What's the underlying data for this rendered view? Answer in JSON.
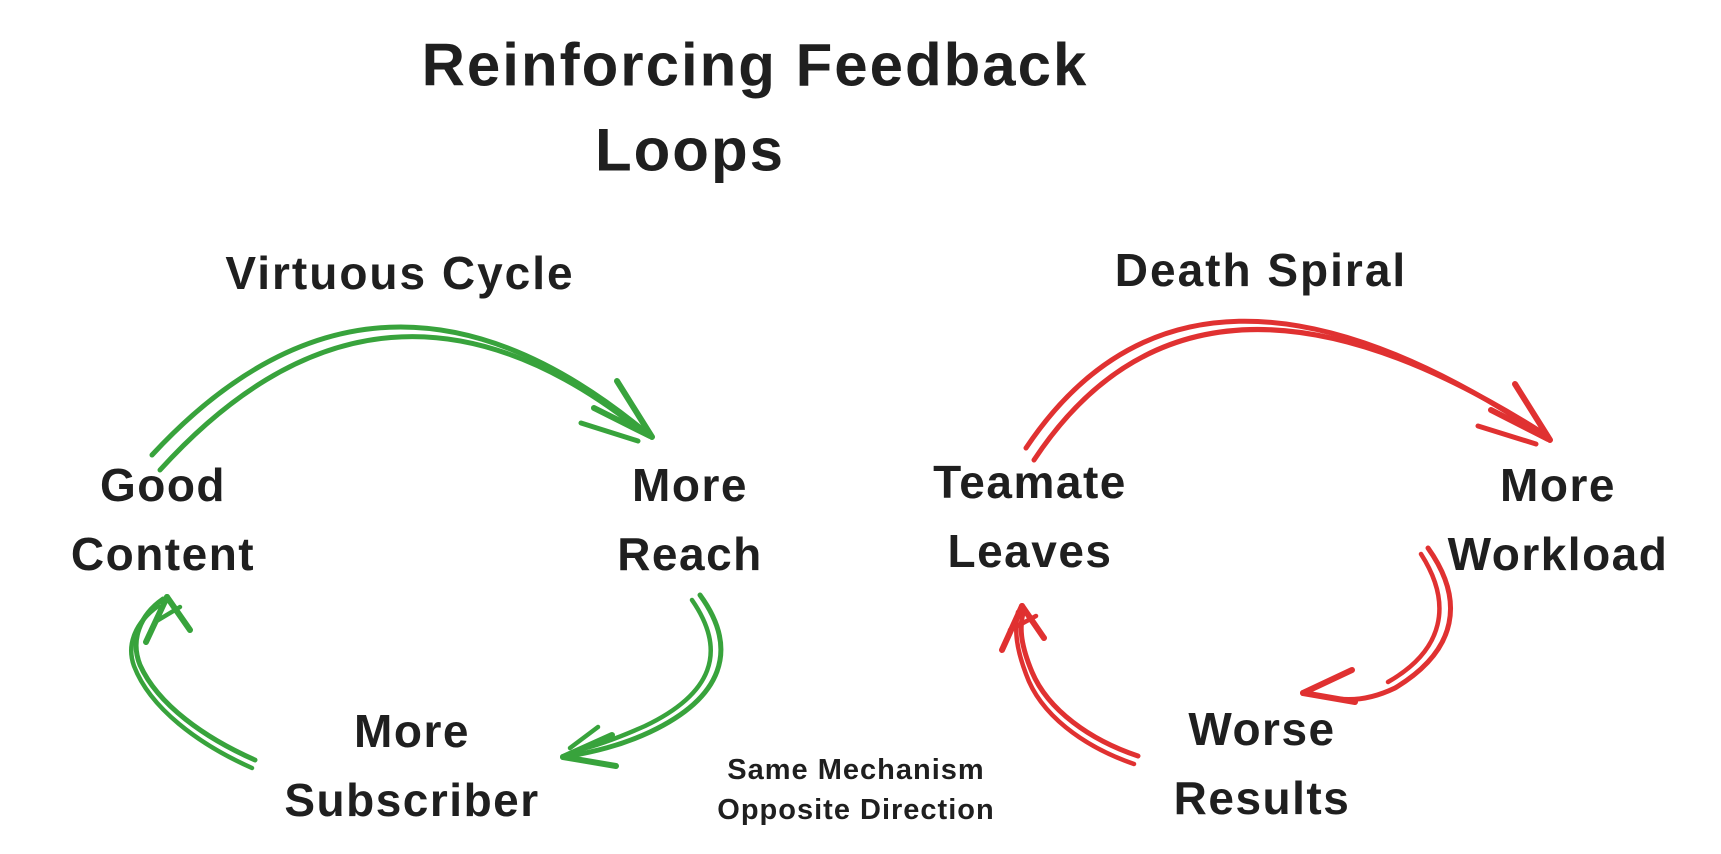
{
  "colors": {
    "ink": "#1f1f1f",
    "green": "#38a33c",
    "red": "#e03131",
    "bg": "#ffffff"
  },
  "title": {
    "line1": "Reinforcing Feedback",
    "line2": "Loops"
  },
  "loops": {
    "virtuous": {
      "heading": "Virtuous Cycle",
      "color": "#38a33c",
      "nodes": {
        "good_content": "Good\nContent",
        "more_reach": "More\nReach",
        "more_subscriber": "More\nSubscriber"
      }
    },
    "death": {
      "heading": "Death Spiral",
      "color": "#e03131",
      "nodes": {
        "teamate_leaves": "Teamate\nLeaves",
        "more_workload": "More\nWorkload",
        "worse_results": "Worse\nResults"
      }
    }
  },
  "note": "Same Mechanism\nOpposite Direction"
}
